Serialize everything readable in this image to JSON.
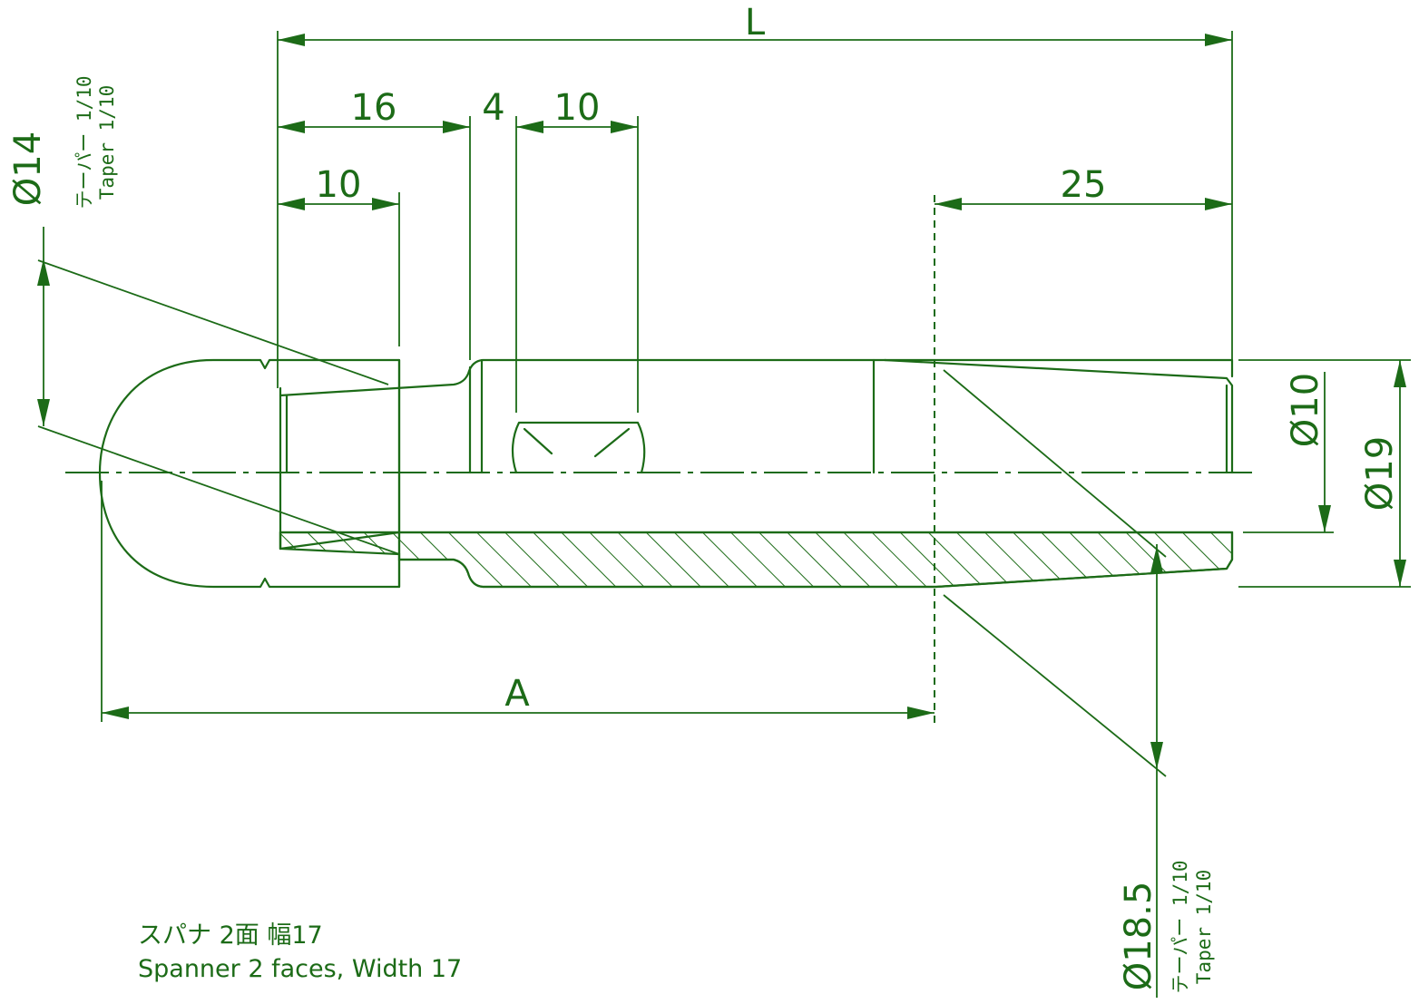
{
  "dimensions": {
    "L": "L",
    "d16": "16",
    "d4": "4",
    "d10_top": "10",
    "d10_left": "10",
    "d25": "25",
    "A": "A",
    "phi14": "Ø14",
    "phi10": "Ø10",
    "phi19": "Ø19",
    "phi18_5": "Ø18.5"
  },
  "taper_notes": {
    "left_ja": "テーパー 1/10",
    "left_en": "Taper 1/10",
    "bottom_ja": "テーパー 1/10",
    "bottom_en": "Taper 1/10"
  },
  "spanner_note": {
    "ja": "スパナ  2面  幅17",
    "en": "Spanner 2 faces, Width 17"
  },
  "colors": {
    "line": "#1c6b17",
    "background": "#ffffff"
  }
}
